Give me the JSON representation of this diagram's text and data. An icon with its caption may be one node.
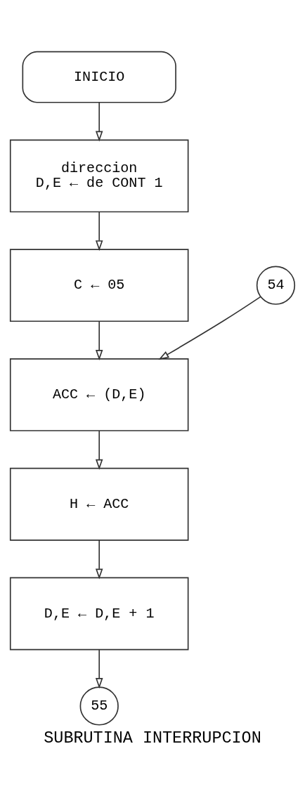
{
  "diagram": {
    "caption": "SUBRUTINA INTERRUPCION",
    "nodes": [
      {
        "text": [
          "INICIO"
        ]
      },
      {
        "text": [
          "direccion",
          "D,E ← de CONT 1"
        ]
      },
      {
        "text": [
          "C ← 05"
        ]
      },
      {
        "text": [
          "54"
        ]
      },
      {
        "text": [
          "ACC ← (D,E)"
        ]
      },
      {
        "text": [
          "H ← ACC"
        ]
      },
      {
        "text": [
          "D,E ← D,E + 1"
        ]
      },
      {
        "text": [
          "55"
        ]
      }
    ],
    "edges": [
      {
        "from": 0,
        "to": 1,
        "arrow": "to"
      },
      {
        "from": 1,
        "to": 2,
        "arrow": "to"
      },
      {
        "from": 2,
        "to": 4,
        "arrow": "to"
      },
      {
        "from": 3,
        "to": 4,
        "arrow": "to"
      },
      {
        "from": 4,
        "to": 5,
        "arrow": "to"
      },
      {
        "from": 5,
        "to": 6,
        "arrow": "to"
      },
      {
        "from": 6,
        "to": 7,
        "arrow": "to"
      }
    ]
  }
}
